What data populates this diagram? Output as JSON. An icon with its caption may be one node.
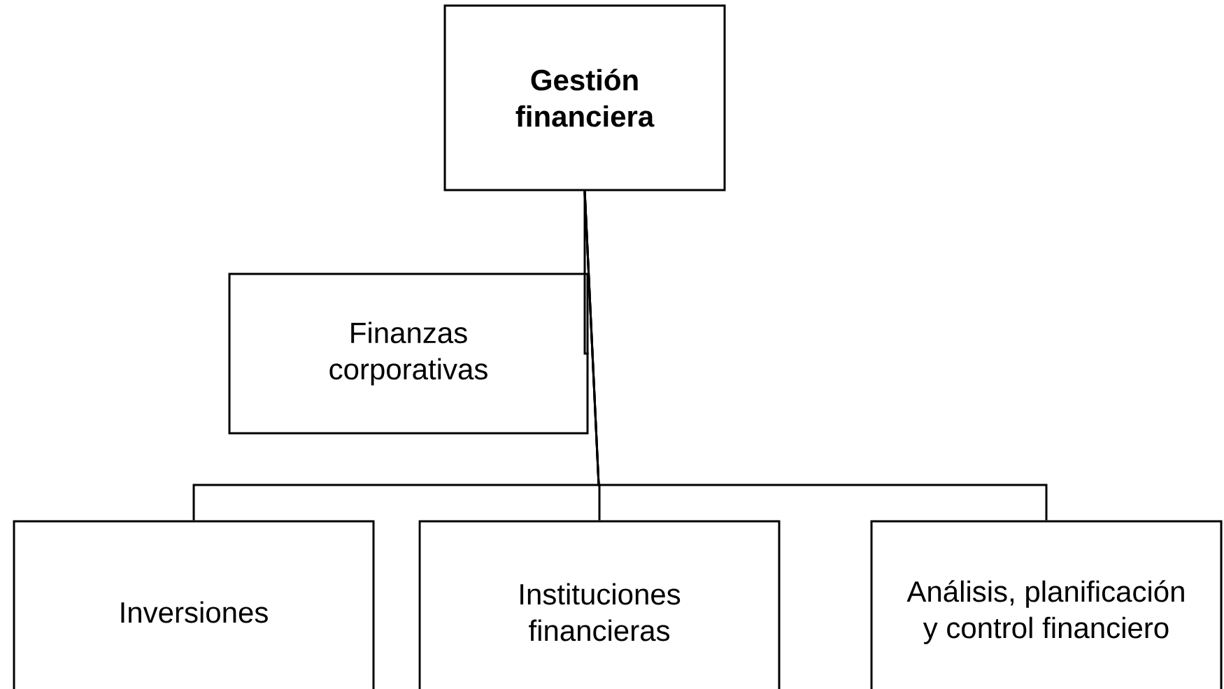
{
  "diagram": {
    "nodes": [
      {
        "text": [
          "Gestión financiera"
        ]
      },
      {
        "text": [
          "Finanzas corporativas"
        ]
      },
      {
        "text": [
          "Inversiones"
        ]
      },
      {
        "text": [
          "Instituciones financieras"
        ]
      },
      {
        "text": [
          "Análisis, planificación y control financiero"
        ]
      }
    ],
    "edges": [
      {
        "from": 0,
        "to": 1,
        "arrow": "none"
      },
      {
        "from": 0,
        "to": 2,
        "arrow": "none"
      },
      {
        "from": 0,
        "to": 3,
        "arrow": "none"
      },
      {
        "from": 0,
        "to": 4,
        "arrow": "none"
      }
    ]
  }
}
